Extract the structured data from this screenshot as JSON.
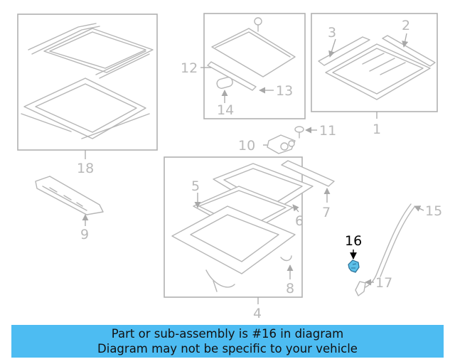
{
  "diagram": {
    "labels": {
      "p1": "1",
      "p2": "2",
      "p3": "3",
      "p4": "4",
      "p5": "5",
      "p6": "6",
      "p7": "7",
      "p8": "8",
      "p9": "9",
      "p10": "10",
      "p11": "11",
      "p12": "12",
      "p13": "13",
      "p14": "14",
      "p15": "15",
      "p16": "16",
      "p17": "17",
      "p18": "18"
    },
    "highlight_part": "16",
    "colors": {
      "highlight_part": "#5bbfe8",
      "banner": "#4dbcf2",
      "linework": "#b6b6b6"
    }
  },
  "banner": {
    "line1": "Part or sub-assembly is #16 in diagram",
    "line2": "Diagram may not be specific to your vehicle"
  }
}
